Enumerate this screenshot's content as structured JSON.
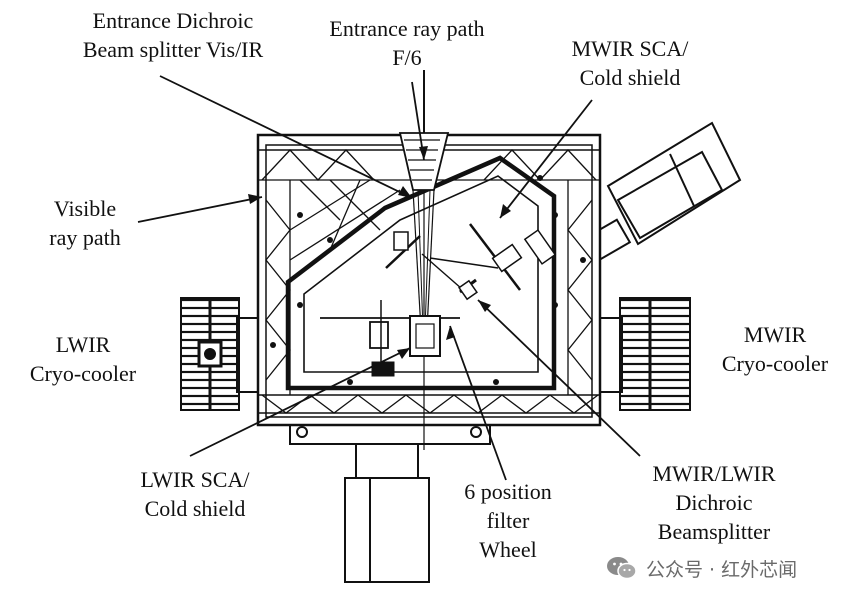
{
  "labels": {
    "entrance_dichroic": [
      "Entrance Dichroic",
      "Beam splitter Vis/IR"
    ],
    "entrance_ray": [
      "Entrance ray path",
      "F/6"
    ],
    "mwir_sca": [
      "MWIR SCA/",
      "Cold shield"
    ],
    "visible_ray": [
      "Visible",
      "ray path"
    ],
    "lwir_cooler": [
      "LWIR",
      "Cryo-cooler"
    ],
    "mwir_cooler": [
      "MWIR",
      "Cryo-cooler"
    ],
    "lwir_sca": [
      "LWIR SCA/",
      "Cold shield"
    ],
    "filter_wheel": [
      "6 position",
      "filter",
      "Wheel"
    ],
    "mwir_lwir_dichroic": [
      "MWIR/LWIR",
      "Dichroic",
      "Beamsplitter"
    ]
  },
  "watermark": {
    "text": "公众号 · 红外芯闻",
    "icon": "wechat-logo-icon"
  },
  "colors": {
    "ink": "#111111",
    "watermark": "#6a6a6a"
  }
}
